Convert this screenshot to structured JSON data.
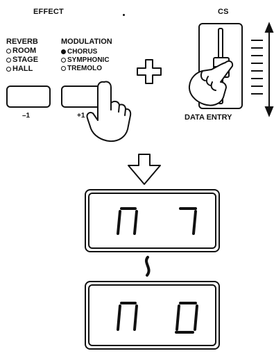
{
  "effect_section": {
    "title": "EFFECT"
  },
  "cs_section": {
    "title": "CS",
    "slider_label": "DATA ENTRY"
  },
  "reverb": {
    "title": "REVERB",
    "options": [
      {
        "label": "ROOM",
        "active": false
      },
      {
        "label": "STAGE",
        "active": false
      },
      {
        "label": "HALL",
        "active": false
      }
    ],
    "button_label": "–1"
  },
  "modulation": {
    "title": "MODULATION",
    "options": [
      {
        "label": "CHORUS",
        "active": true
      },
      {
        "label": "SYMPHONIC",
        "active": false
      },
      {
        "label": "TREMOLO",
        "active": false
      }
    ],
    "button_label": "+1"
  },
  "displays": [
    {
      "left": "n",
      "right": "7"
    },
    {
      "left": "n",
      "right": "0"
    }
  ]
}
